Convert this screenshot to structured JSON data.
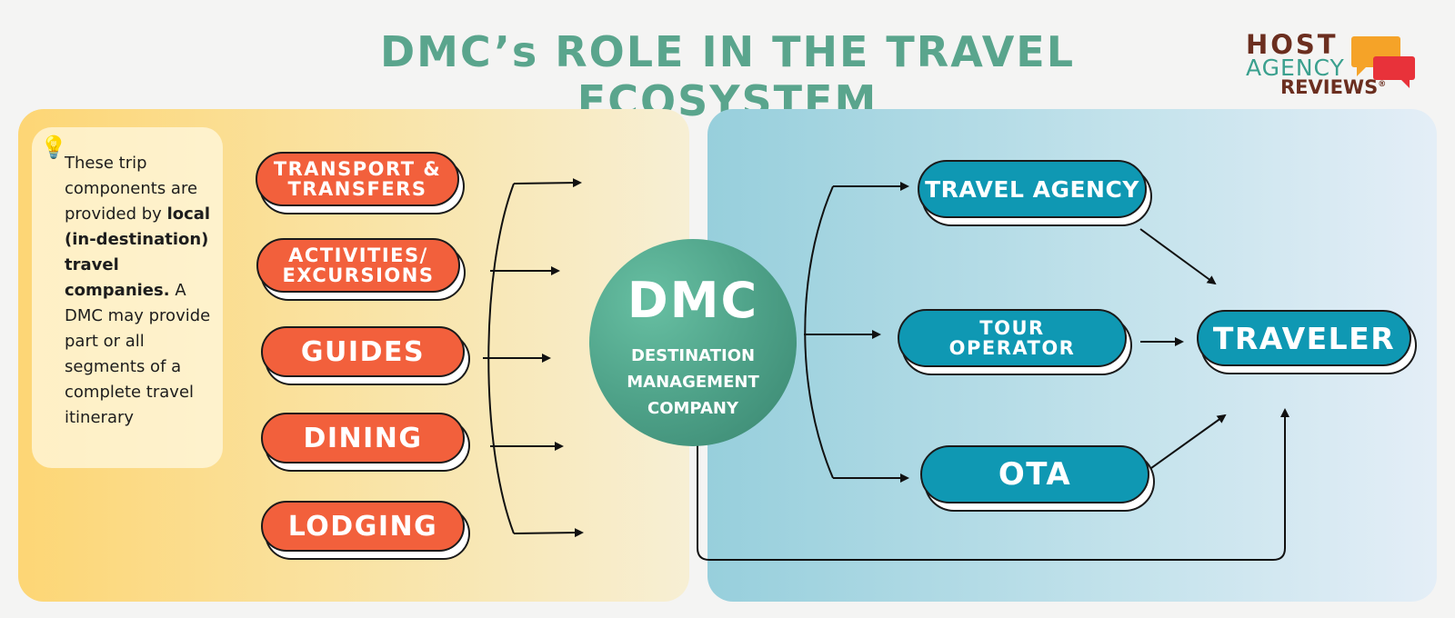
{
  "header": {
    "title": "DMC’s ROLE IN THE TRAVEL ECOSYSTEM"
  },
  "logo": {
    "line1": "HOST",
    "line2": "AGENCY",
    "line3": "REVIEWS",
    "reg": "®",
    "colors": {
      "brown": "#6b2e1f",
      "teal": "#3aa08e",
      "orange": "#f5a328",
      "red": "#e8323a"
    }
  },
  "note": {
    "icon": "lightbulb-icon",
    "intro": "These trip components are provided by",
    "bold": "local (in-destination) travel companies.",
    "outro": "A DMC may provide part or all segments of a complete travel itinerary"
  },
  "components": [
    "TRANSPORT & TRANSFERS",
    "ACTIVITIES/ EXCURSIONS",
    "GUIDES",
    "DINING",
    "LODGING"
  ],
  "dmc": {
    "acronym": "DMC",
    "line1": "DESTINATION",
    "line2": "MANAGEMENT",
    "line3": "COMPANY"
  },
  "channels": {
    "travel_agency": "TRAVEL AGENCY",
    "tour_operator": "TOUR OPERATOR",
    "ota": "OTA"
  },
  "traveler": "TRAVELER",
  "colors": {
    "title": "#5aa58d",
    "component_fill": "#f2603c",
    "channel_fill": "#0f98b3",
    "dmc_fill": "#4c9f86",
    "left_panel": "#fdd675",
    "right_panel": "#97cfdc"
  }
}
